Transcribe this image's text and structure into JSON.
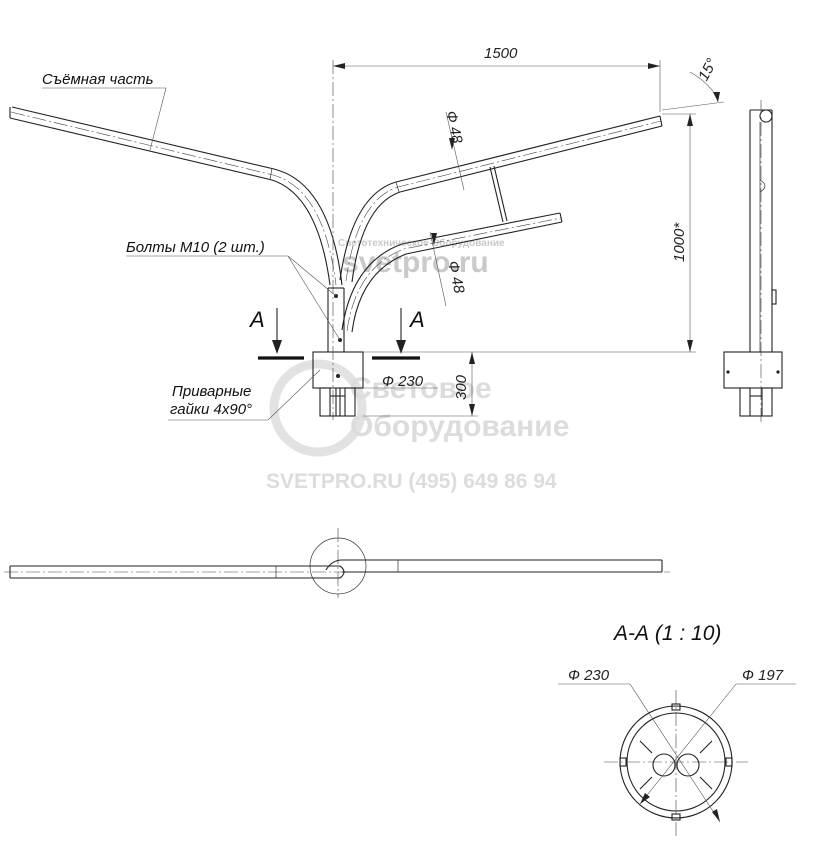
{
  "labels": {
    "removable_part": "Съёмная часть",
    "bolts": "Болты М10 (2 шт.)",
    "welded_nuts_line1": "Приварные",
    "welded_nuts_line2": "гайки 4х90°",
    "section_mark": "A",
    "section_title": "А-А (1 : 10)"
  },
  "dimensions": {
    "reach": "1500",
    "angle": "15°",
    "tube_dia_upper": "Ф 48",
    "tube_dia_lower": "Ф 48",
    "height": "1000*",
    "flange_dia": "Ф 230",
    "base_height": "300",
    "section_outer_dia": "Ф 230",
    "section_inner_dia": "Ф 197"
  },
  "watermark": {
    "brand_small": "Светотехническое Оборудование",
    "site_large": "svetpro.ru",
    "brand_line1": "Световое",
    "brand_line2": "Оборудование",
    "contact": "SVETPRO.RU    (495) 649 86 94"
  }
}
